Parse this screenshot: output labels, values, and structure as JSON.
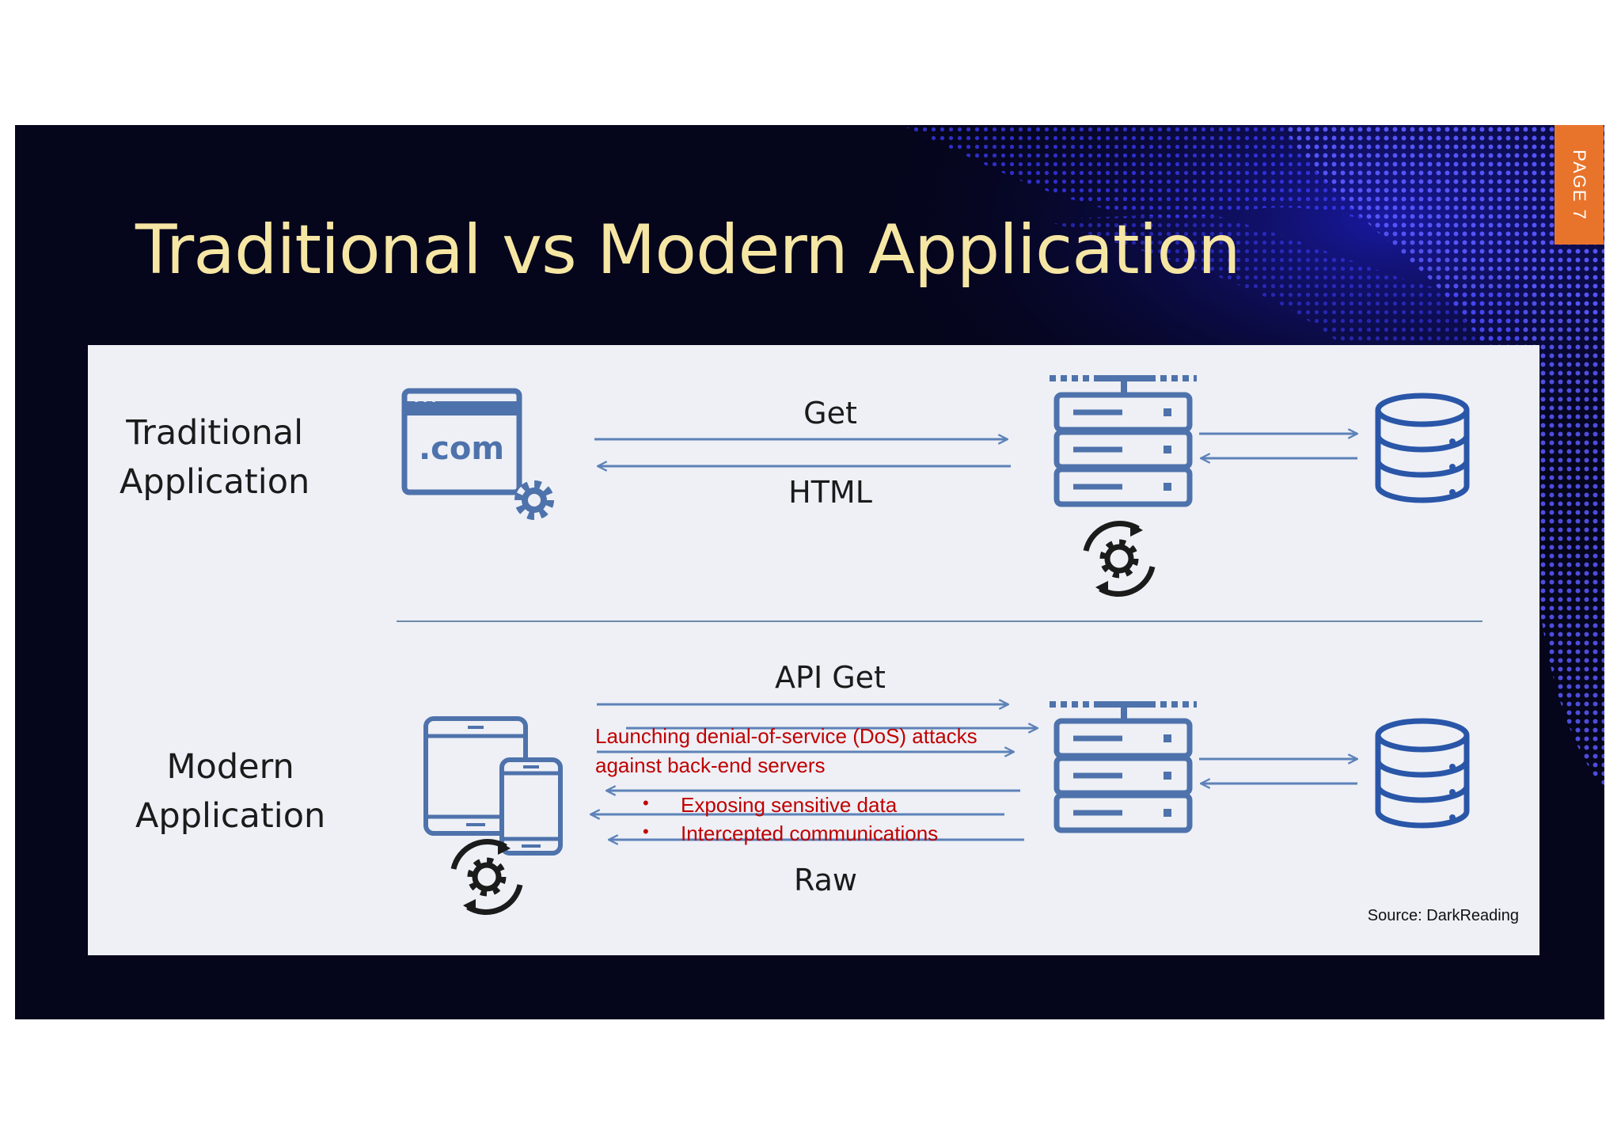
{
  "slide": {
    "title": "Traditional vs Modern Application",
    "page_tab": "PAGE 7"
  },
  "diagram": {
    "traditional": {
      "label_line1": "Traditional",
      "label_line2": "Application",
      "client_icon": "browser-window-with-gear-icon",
      "client_icon_text": ".com",
      "request_label": "Get",
      "response_label": "HTML",
      "server_icon": "server-rack-icon",
      "process_icon": "gear-refresh-icon",
      "database_icon": "database-icon"
    },
    "modern": {
      "label_line1": "Modern",
      "label_line2": "Application",
      "client_icon": "tablet-and-phone-icon",
      "process_icon": "gear-refresh-icon",
      "request_label": "API Get",
      "response_label": "Raw",
      "server_icon": "server-rack-icon",
      "database_icon": "database-icon",
      "attack_line1": "Launching denial-of-service (DoS) attacks",
      "attack_line2": "against back-end servers",
      "risks": [
        "Exposing sensitive data",
        "Intercepted communications"
      ]
    },
    "source": "Source: DarkReading"
  },
  "colors": {
    "slide_background": "#05051c",
    "title": "#f6e6a4",
    "accent_tab": "#e8742c",
    "icon_blue": "#4e72ab",
    "database_blue": "#2a56a8",
    "attack_red": "#c00000",
    "panel": "#eef0f6"
  }
}
